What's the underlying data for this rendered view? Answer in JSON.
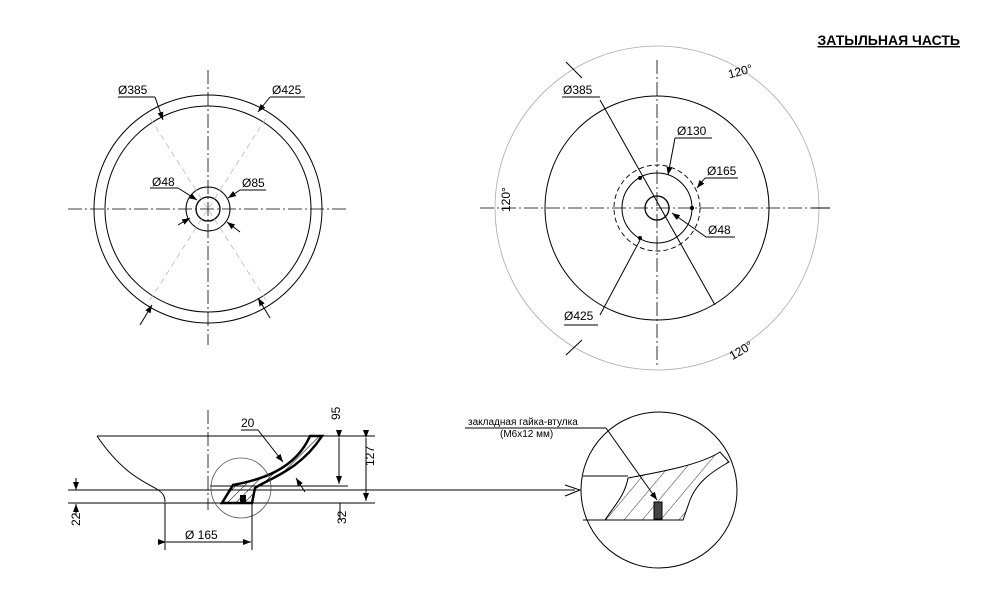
{
  "title": "ЗАТЫЛЬНАЯ ЧАСТЬ",
  "top_view": {
    "d_inner": "Ø385",
    "d_outer": "Ø425",
    "d_drain": "Ø48",
    "d_drain_outer": "Ø85"
  },
  "back_view": {
    "d_inner": "Ø385",
    "d_outer": "Ø425",
    "d_bolt_circle": "Ø130",
    "d_base": "Ø165",
    "d_drain": "Ø48",
    "angle_top": "120°",
    "angle_left": "120°",
    "angle_bottom": "120°"
  },
  "section_view": {
    "wall": "20",
    "rim": "95",
    "height_inner": "127",
    "height_base": "32",
    "foot": "22",
    "base_diameter": "Ø 165"
  },
  "detail": {
    "note_line1": "закладная гайка-втулка",
    "note_line2": "(М6х12 мм)"
  },
  "colors": {
    "line": "#000000",
    "hidden": "#bbbbbb"
  }
}
